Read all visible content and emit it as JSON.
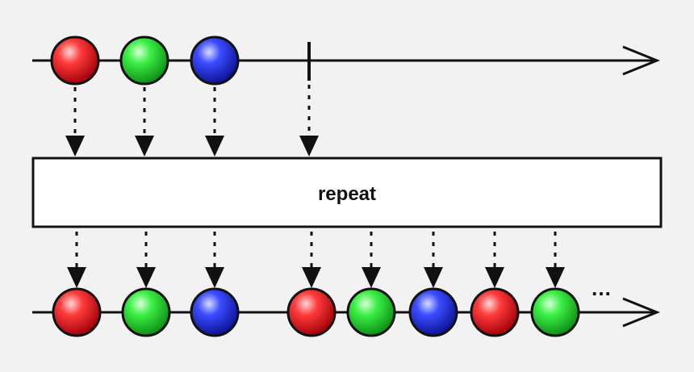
{
  "operator": {
    "label": "repeat"
  },
  "continuation": {
    "label": "…"
  },
  "colors": {
    "red": "#e8111c",
    "green": "#1fd82a",
    "blue": "#1f2fd9",
    "line": "#111111",
    "box_fill": "#ffffff",
    "background": "#f2f2f2"
  },
  "source_stream": {
    "items": [
      "red",
      "green",
      "blue"
    ],
    "completes": true
  },
  "output_stream": {
    "items": [
      "red",
      "green",
      "blue",
      "red",
      "green",
      "blue",
      "red",
      "green"
    ],
    "continues": true
  }
}
